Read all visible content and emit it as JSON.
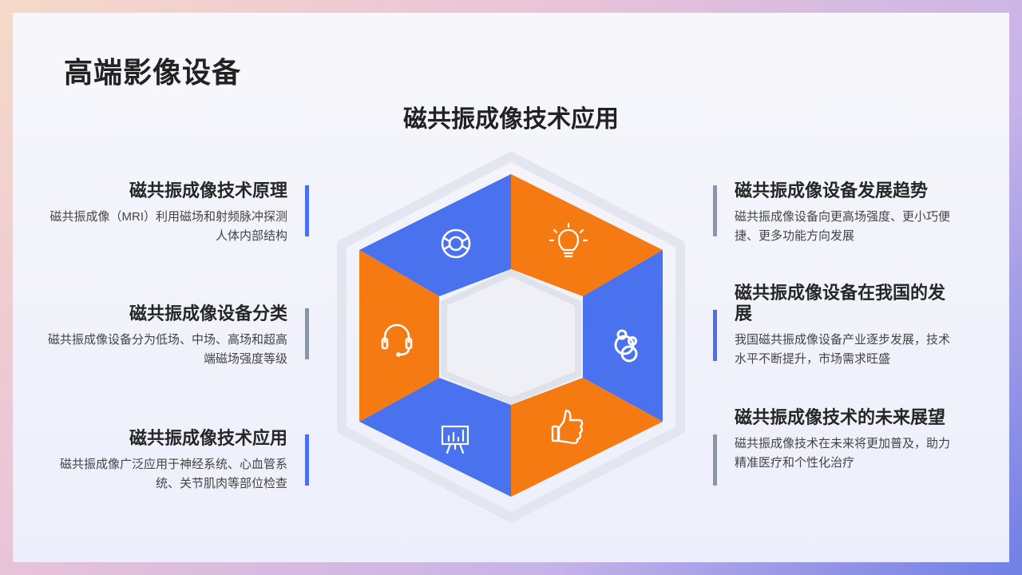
{
  "page": {
    "title": "高端影像设备",
    "subtitle": "磁共振成像技术应用"
  },
  "colors": {
    "blue": "#4a72ef",
    "orange": "#f57a12",
    "frame": "#e3e6ef",
    "bar_blue": "#4a6ff0",
    "bar_gray": "#8c94a8"
  },
  "items": [
    {
      "title": "磁共振成像技术原理",
      "desc": "磁共振成像（MRI）利用磁场和射频脉冲探测人体内部结构"
    },
    {
      "title": "磁共振成像设备分类",
      "desc": "磁共振成像设备分为低场、中场、高场和超高端磁场强度等级"
    },
    {
      "title": "磁共振成像技术应用",
      "desc": "磁共振成像广泛应用于神经系统、心血管系统、关节肌肉等部位检查"
    },
    {
      "title": "磁共振成像设备发展趋势",
      "desc": "磁共振成像设备向更高场强度、更小巧便捷、更多功能方向发展"
    },
    {
      "title": "磁共振成像设备在我国的发展",
      "desc": "我国磁共振成像设备产业逐步发展，技术水平不断提升，市场需求旺盛"
    },
    {
      "title": "磁共振成像技术的未来展望",
      "desc": "磁共振成像技术在未来将更加普及，助力精准医疗和个性化治疗"
    }
  ],
  "segments": [
    {
      "color": "blue",
      "icon": "lifebuoy-icon"
    },
    {
      "color": "orange",
      "icon": "lightbulb-icon"
    },
    {
      "color": "blue",
      "icon": "rings-icon"
    },
    {
      "color": "orange",
      "icon": "thumbs-up-icon"
    },
    {
      "color": "blue",
      "icon": "presentation-chart-icon"
    },
    {
      "color": "orange",
      "icon": "headset-icon"
    }
  ]
}
